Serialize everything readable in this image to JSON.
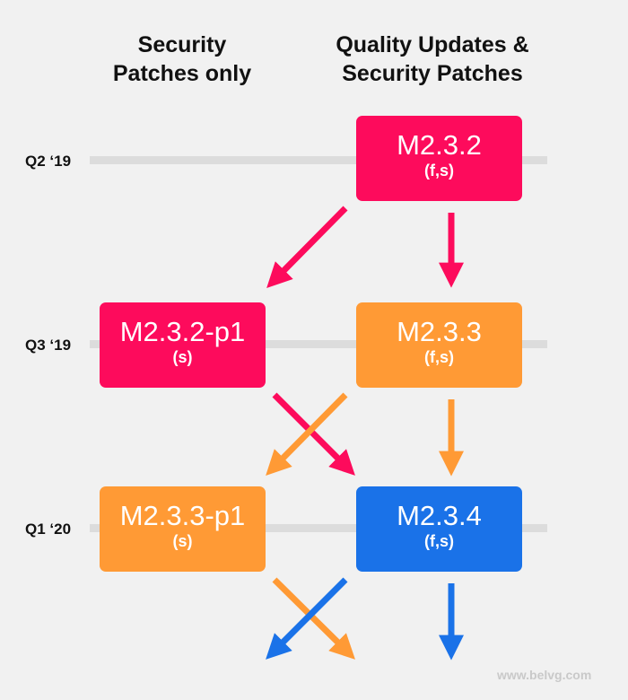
{
  "headers": {
    "left": [
      "Security",
      "Patches only"
    ],
    "right": [
      "Quality Updates &",
      "Security Patches"
    ]
  },
  "rows": [
    {
      "label": "Q2 ‘19"
    },
    {
      "label": "Q3 ‘19"
    },
    {
      "label": "Q1 ‘20"
    }
  ],
  "boxes": {
    "q2_right": {
      "version": "M2.3.2",
      "tag": "(f,s)"
    },
    "q3_left": {
      "version": "M2.3.2-p1",
      "tag": "(s)"
    },
    "q3_right": {
      "version": "M2.3.3",
      "tag": "(f,s)"
    },
    "q1_left": {
      "version": "M2.3.3-p1",
      "tag": "(s)"
    },
    "q1_right": {
      "version": "M2.3.4",
      "tag": "(f,s)"
    }
  },
  "colors": {
    "pink": "#fd0b5c",
    "orange": "#ff9a35",
    "blue": "#1a72e8",
    "background": "#f1f1f1"
  },
  "watermark": "www.belvg.com"
}
